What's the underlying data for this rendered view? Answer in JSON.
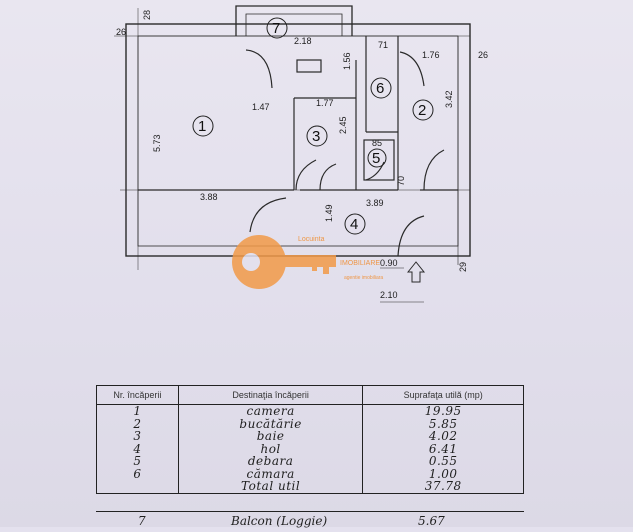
{
  "plan": {
    "room_numbers": [
      "1",
      "2",
      "3",
      "4",
      "5",
      "6",
      "7"
    ],
    "dimensions": {
      "top_26_left": "26",
      "top_28": "28",
      "top_26_right": "26",
      "w_2_18": "2.18",
      "v_1_56": "1.56",
      "w_71": "71",
      "w_1_76": "1.76",
      "w_1_47": "1.47",
      "w_1_77": "1.77",
      "v_3_42": "3.42",
      "v_5_73": "5.73",
      "v_2_45": "2.45",
      "w_85": "85",
      "v_70": "70",
      "w_3_88": "3.88",
      "v_1_49": "1.49",
      "w_3_89": "3.89",
      "w_0_90": "0.90",
      "w_2_10": "2.10",
      "right_29": "29"
    },
    "watermark": {
      "line1": "Locuinta",
      "line2": "IMOBILIARE",
      "line3": "agentie imobiliara",
      "color": "#f08a2a"
    }
  },
  "legend": {
    "headers": [
      "Nr. încăperii",
      "Destinaţia încăperii",
      "Suprafaţa utilă (mp)"
    ],
    "rows": [
      {
        "no": "1",
        "name": "camera",
        "area": "19.95"
      },
      {
        "no": "2",
        "name": "bucătărie",
        "area": "5.85"
      },
      {
        "no": "3",
        "name": "baie",
        "area": "4.02"
      },
      {
        "no": "4",
        "name": "hol",
        "area": "6.41"
      },
      {
        "no": "5",
        "name": "debara",
        "area": "0.55"
      },
      {
        "no": "6",
        "name": "cămara",
        "area": "1.00"
      },
      {
        "no": "",
        "name": "Total util",
        "area": "37.78"
      }
    ],
    "extra_row": {
      "no": "7",
      "name": "Balcon (Loggie)",
      "area": "5.67"
    }
  }
}
